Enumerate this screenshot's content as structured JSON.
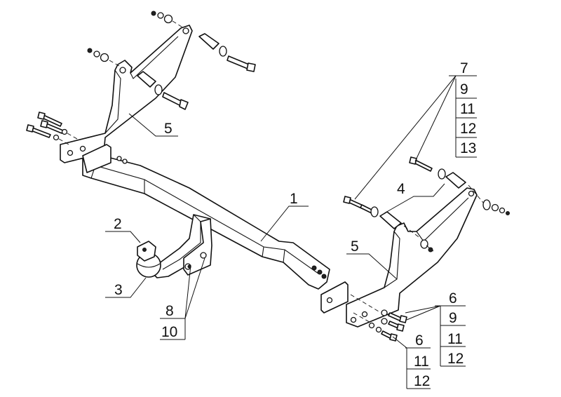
{
  "labels": {
    "p1": "1",
    "p2": "2",
    "p3": "3",
    "p4": "4",
    "p5a": "5",
    "p5b": "5",
    "g_top": [
      "7",
      "9",
      "11",
      "12",
      "13"
    ],
    "g_bottom_left": [
      "8",
      "10"
    ],
    "g_right_upper": [
      "6",
      "9",
      "11",
      "12"
    ],
    "g_right_lower": [
      "6",
      "11",
      "12"
    ]
  }
}
